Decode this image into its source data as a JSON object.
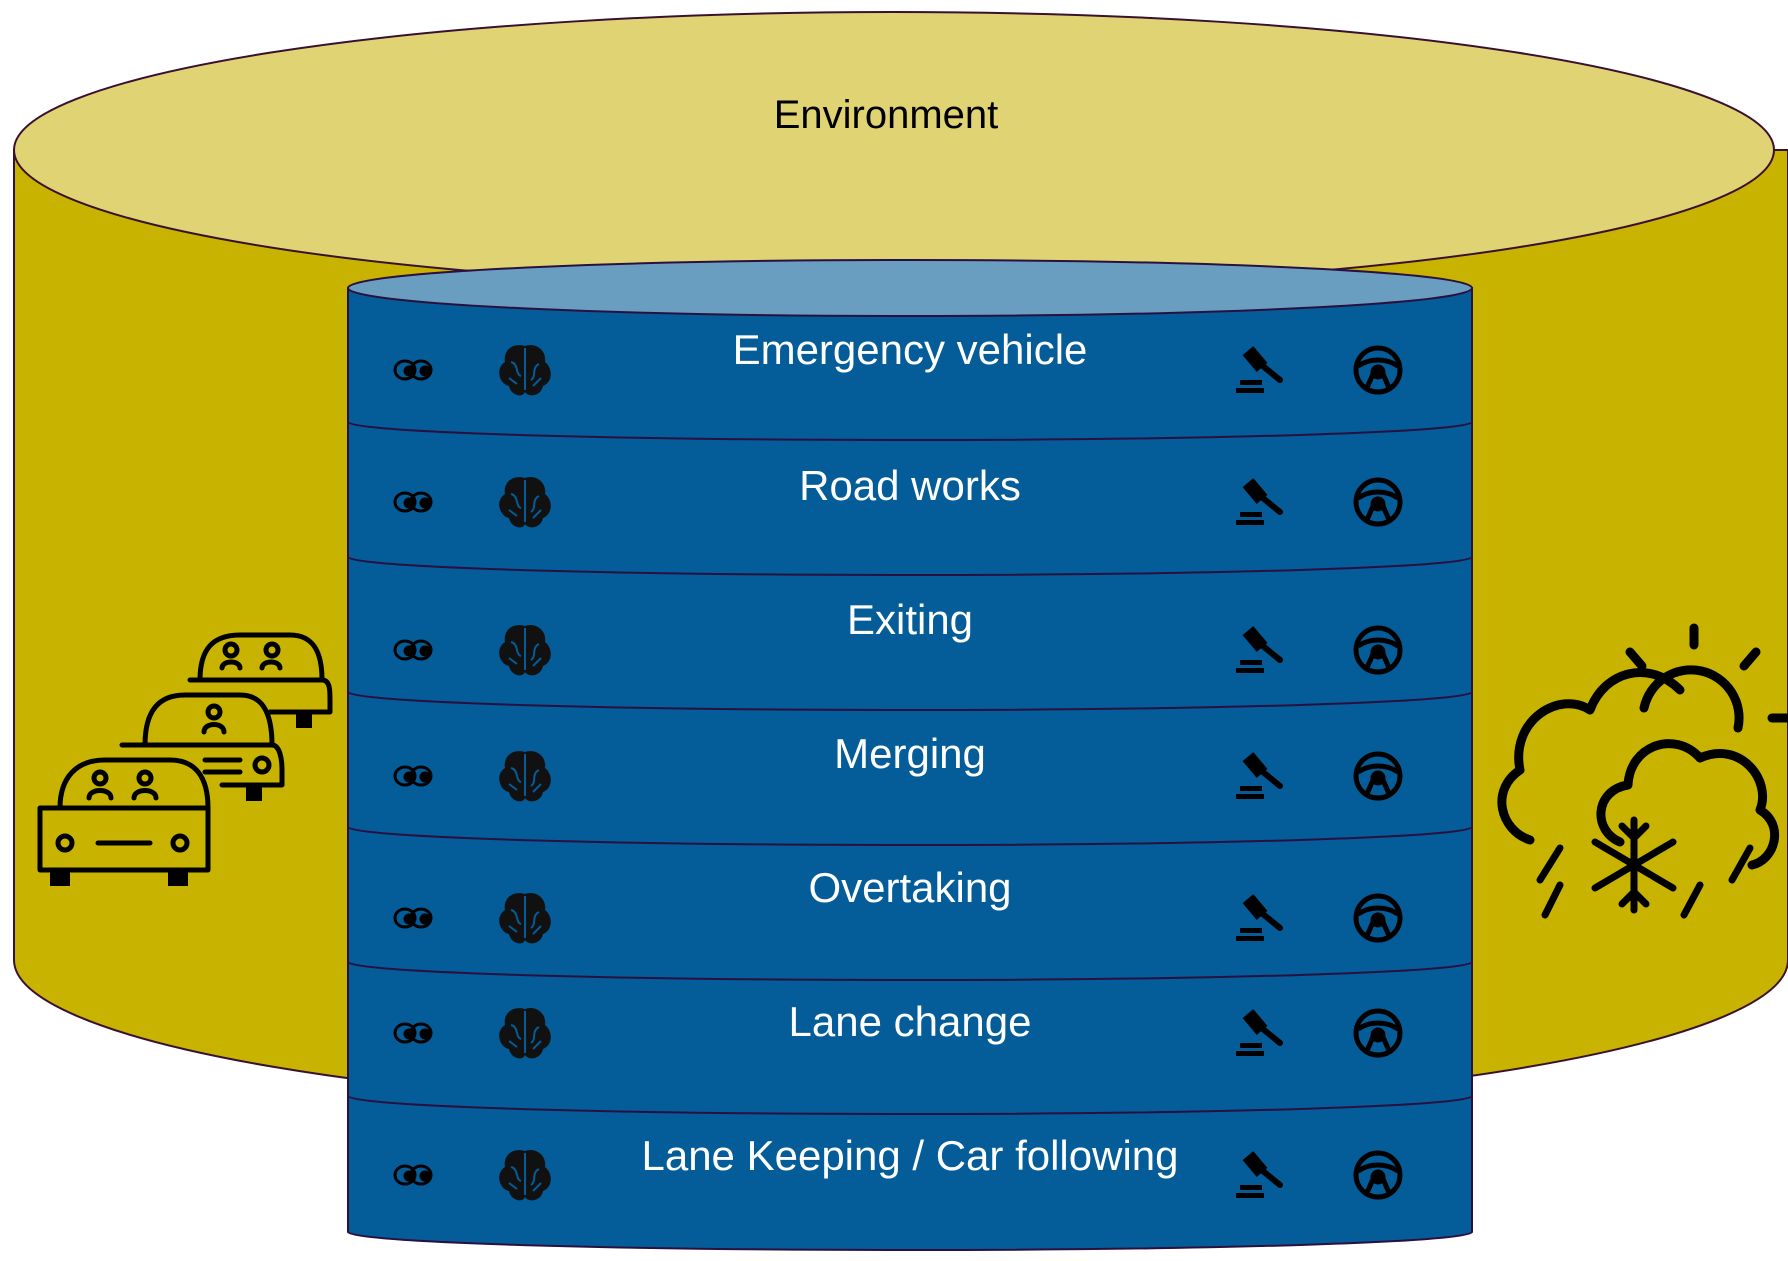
{
  "environment": {
    "label": "Environment",
    "colors": {
      "top": "#e0d373",
      "side": "#c8b400",
      "stroke": "#3a1030"
    }
  },
  "stack": {
    "colors": {
      "top": "#6a9ec1",
      "side": "#045c98",
      "stroke": "#2a1040",
      "text": "#ffffff"
    },
    "layers": [
      {
        "label": "Emergency vehicle"
      },
      {
        "label": "Road works"
      },
      {
        "label": "Exiting"
      },
      {
        "label": "Merging"
      },
      {
        "label": "Overtaking"
      },
      {
        "label": "Lane change"
      },
      {
        "label": "Lane Keeping / Car following"
      }
    ],
    "row_icons": [
      "eyes-icon",
      "brain-icon",
      "gavel-icon",
      "steering-wheel-icon"
    ]
  },
  "side_icons": {
    "left": "traffic-cars-icon",
    "right": "weather-icon"
  }
}
